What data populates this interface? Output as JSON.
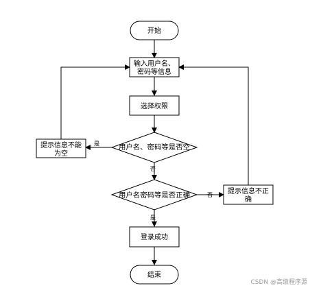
{
  "nodes": {
    "start": "开始",
    "input": [
      "输入用户名、",
      "密码等信息"
    ],
    "select": "选择权限",
    "check_empty": "用户名、密码等是否空",
    "prompt_empty": [
      "提示信息不能",
      "为空"
    ],
    "check_correct": "用户名密码等是否正确",
    "prompt_wrong": [
      "提示信息不正",
      "确"
    ],
    "success": "登录成功",
    "end": "结束"
  },
  "edges": {
    "yes1": "是",
    "no1": "否",
    "no2": "否",
    "yes2": "是"
  },
  "watermark": "CSDN @高级程序源"
}
